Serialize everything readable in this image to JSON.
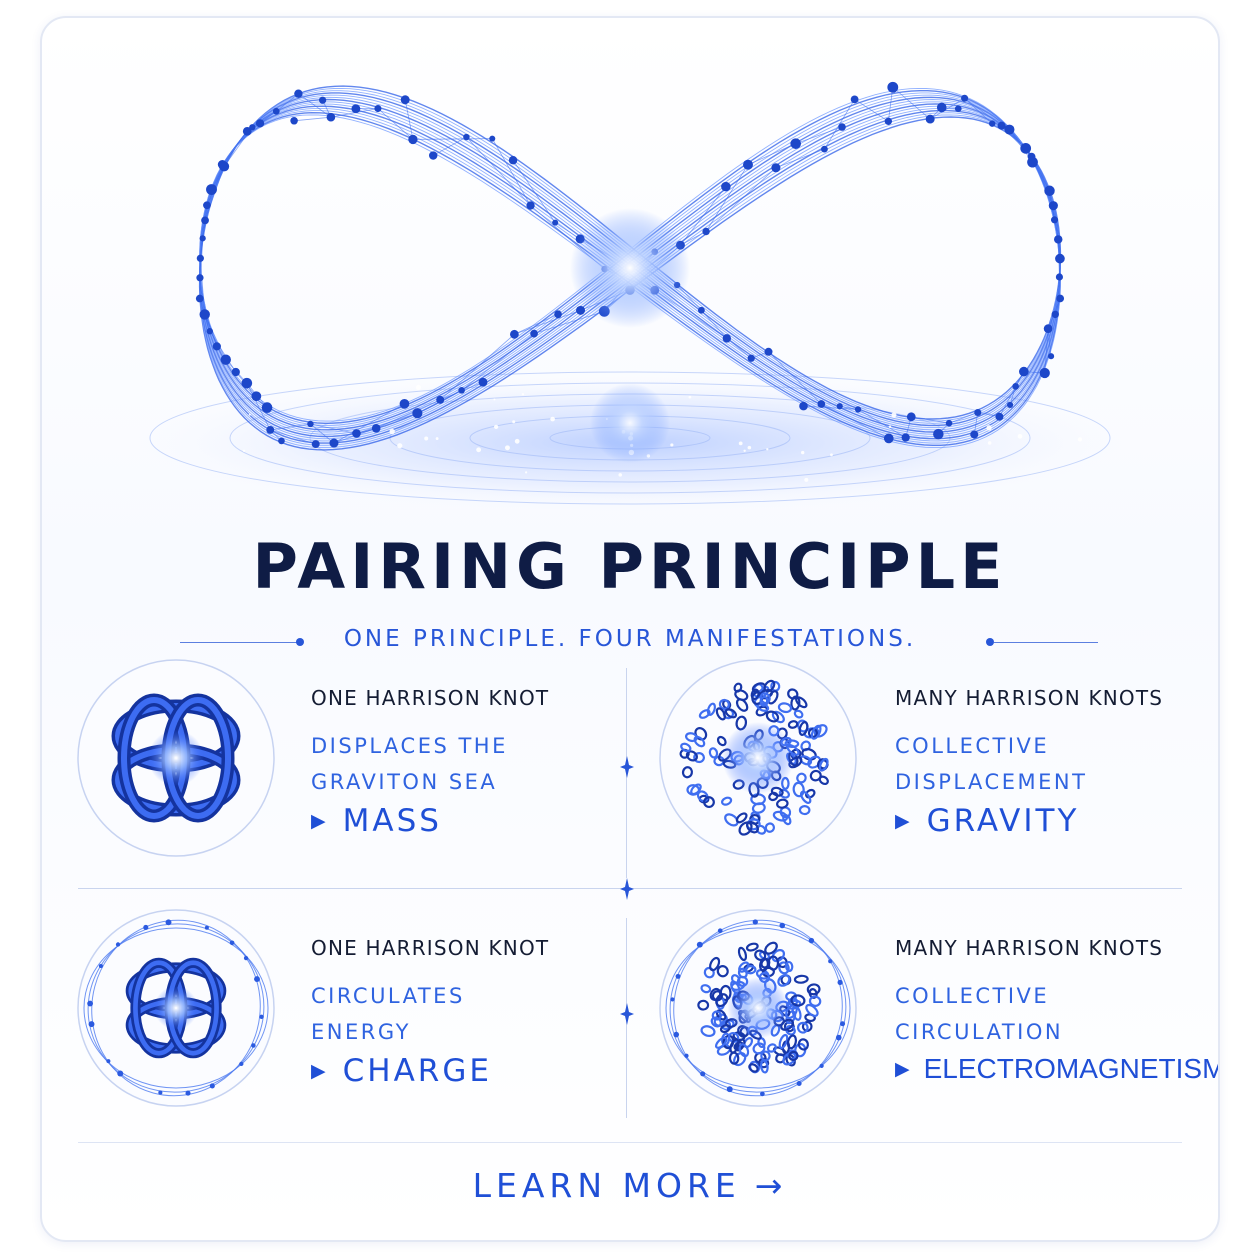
{
  "title": "PAIRING PRINCIPLE",
  "subtitle": "ONE PRINCIPLE. FOUR MANIFESTATIONS.",
  "cells": [
    {
      "kicker": "ONE HARRISON KNOT",
      "desc_lines": [
        "DISPLACES THE",
        "GRAVITON SEA"
      ],
      "result": "MASS",
      "icon": "single-knot-icon"
    },
    {
      "kicker": "MANY HARRISON KNOTS",
      "desc_lines": [
        "COLLECTIVE",
        "DISPLACEMENT"
      ],
      "result": "GRAVITY",
      "icon": "knot-cluster-icon"
    },
    {
      "kicker": "ONE HARRISON KNOT",
      "desc_lines": [
        "CIRCULATES",
        "ENERGY"
      ],
      "result": "CHARGE",
      "icon": "single-knot-orbit-icon"
    },
    {
      "kicker": "MANY HARRISON KNOTS",
      "desc_lines": [
        "COLLECTIVE",
        "CIRCULATION"
      ],
      "result": "ELECTROMAGNETISM",
      "icon": "knot-cluster-orbit-icon"
    }
  ],
  "cta": {
    "label": "LEARN MORE",
    "arrow": "→"
  },
  "colors": {
    "accent": "#1f4fd6",
    "title": "#0f1c45",
    "glow": "#5b8cff"
  },
  "hero_icon": "infinity-network-icon"
}
